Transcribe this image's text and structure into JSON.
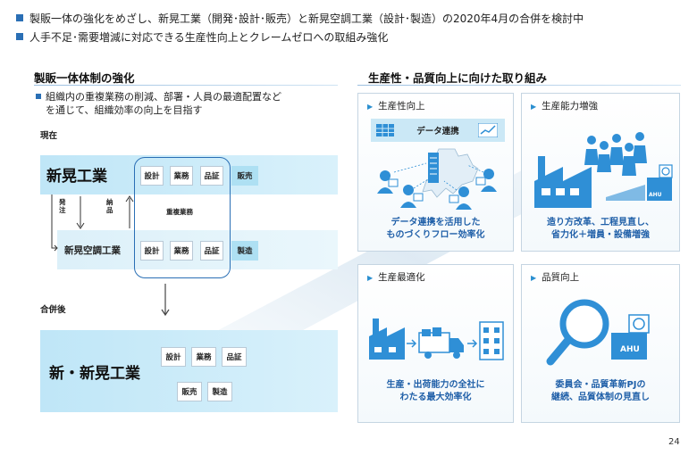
{
  "header": {
    "line1": "製販一体の強化をめざし、新晃工業（開発･設計･販売）と新晃空調工業（設計･製造）の2020年4月の合併を検討中",
    "line2": "人手不足･需要増減に対応できる生産性向上とクレームゼロへの取組み強化"
  },
  "left": {
    "title": "製販一体体制の強化",
    "bullet_line1": "組織内の重複業務の削減、部署・人員の最適配置など",
    "bullet_line2": "を通じて、組織効率の向上を目指す",
    "current_label": "現在",
    "after_label": "合併後",
    "company1": "新晃工業",
    "company2": "新晃空調工業",
    "duplicate_label": "重複業務",
    "order_label": "発注",
    "delivery_label": "納品",
    "merged_company": "新・新晃工業",
    "boxes": {
      "design": "設計",
      "business": "業務",
      "quality": "品証",
      "sales": "販売",
      "manufacturing": "製造"
    }
  },
  "right": {
    "title": "生産性・品質向上に向けた取り組み",
    "panels": [
      {
        "title": "生産性向上",
        "banner": "データ連携",
        "caption1": "データ連携を活用した",
        "caption2": "ものづくりフロー効率化"
      },
      {
        "title": "生産能力増強",
        "caption1": "造り方改革、工程見直し、",
        "caption2": "省力化＋増員・設備増強"
      },
      {
        "title": "生産最適化",
        "caption1": "生産・出荷能力の全社に",
        "caption2": "わたる最大効率化"
      },
      {
        "title": "品質向上",
        "caption1": "委員会・品質革新PJの",
        "caption2": "継続、品質体制の見直し"
      }
    ],
    "ahu_label": "AHU"
  },
  "page_number": "24",
  "colors": {
    "accent": "#2a6fb5",
    "icon_blue": "#2f8fd6",
    "caption_blue": "#1f5fa8",
    "box_cyan": "#bfe6f7"
  }
}
